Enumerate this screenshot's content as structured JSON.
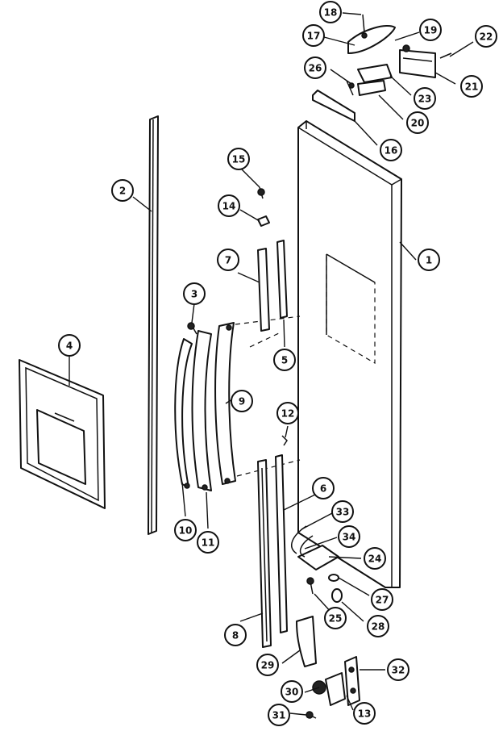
{
  "callouts": [
    {
      "n": "1"
    },
    {
      "n": "2"
    },
    {
      "n": "3"
    },
    {
      "n": "4"
    },
    {
      "n": "5"
    },
    {
      "n": "6"
    },
    {
      "n": "7"
    },
    {
      "n": "8"
    },
    {
      "n": "9"
    },
    {
      "n": "10"
    },
    {
      "n": "11"
    },
    {
      "n": "12"
    },
    {
      "n": "13"
    },
    {
      "n": "14"
    },
    {
      "n": "15"
    },
    {
      "n": "16"
    },
    {
      "n": "17"
    },
    {
      "n": "18"
    },
    {
      "n": "19"
    },
    {
      "n": "20"
    },
    {
      "n": "21"
    },
    {
      "n": "22"
    },
    {
      "n": "23"
    },
    {
      "n": "24"
    },
    {
      "n": "25"
    },
    {
      "n": "26"
    },
    {
      "n": "27"
    },
    {
      "n": "28"
    },
    {
      "n": "29"
    },
    {
      "n": "30"
    },
    {
      "n": "31"
    },
    {
      "n": "32"
    },
    {
      "n": "33"
    },
    {
      "n": "34"
    }
  ]
}
